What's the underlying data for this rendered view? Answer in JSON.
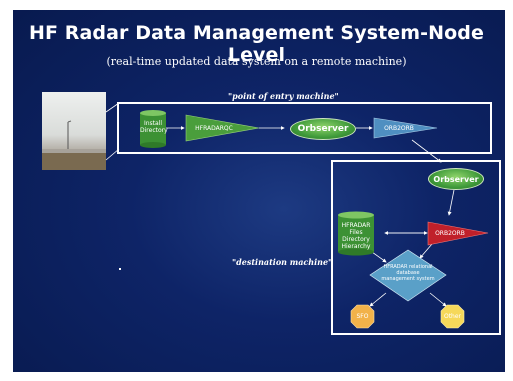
{
  "title": "HF Radar Data Management System-Node Level",
  "subtitle": "(real-time updated data system on a remote machine)",
  "labels": {
    "entry_machine": "\"point of entry machine\"",
    "destination_machine": "\"destination machine\""
  },
  "entry_nodes": {
    "install_directory": "Install Directory",
    "hfradarqc": "HFRADARQC",
    "orbserver": "Orbserver",
    "orb2orb": "ORB2ORB"
  },
  "destination_nodes": {
    "orbserver": "Orbserver",
    "hfradar_files": "HFRADAR Files Directory Hierarchy",
    "orb2orb": "ORB2ORB",
    "database": "HFRADAR relational database management system",
    "sfo": "SFO",
    "other": "Other"
  },
  "colors": {
    "background": "#0b1f5c",
    "green_node": "#3f9a3a",
    "red_node": "#c0202a",
    "diamond": "#5aa0c8",
    "octagon": "#f2b24a"
  }
}
